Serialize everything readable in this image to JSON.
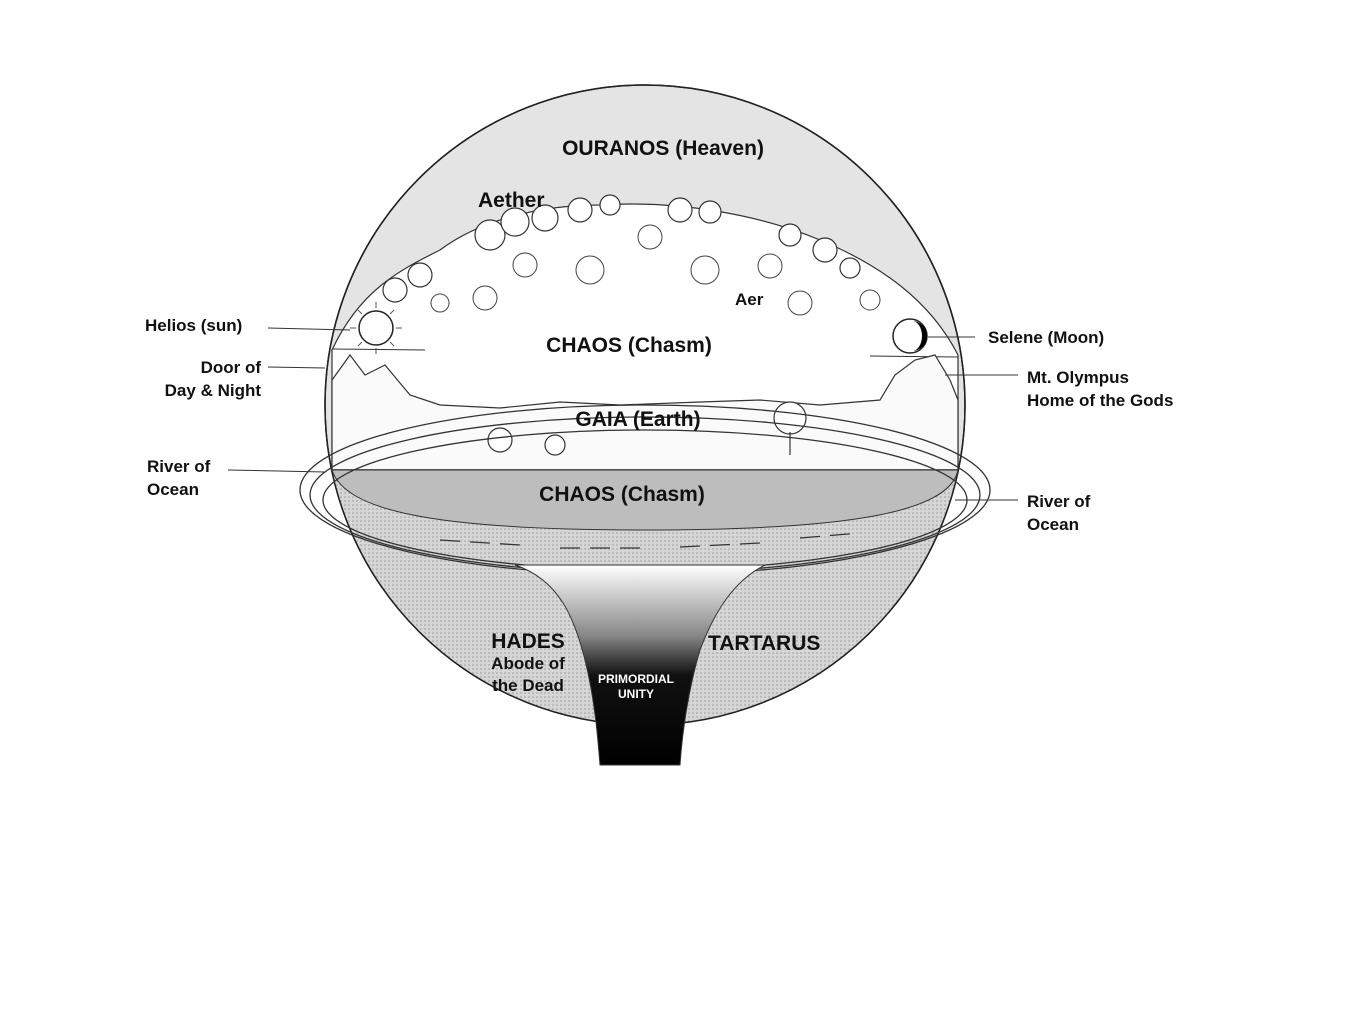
{
  "title": "Greek cosmology diagram",
  "labels": {
    "ouranos": "OURANOS (Heaven)",
    "aether": "Aether",
    "aer": "Aer",
    "helios": "Helios (sun)",
    "door_line1": "Door of",
    "door_line2": "Day & Night",
    "chaos_upper": "CHAOS (Chasm)",
    "selene": "Selene (Moon)",
    "olympus_line1": "Mt. Olympus",
    "olympus_line2": "Home of the Gods",
    "gaia": "GAIA (Earth)",
    "river_left_line1": "River of",
    "river_left_line2": "Ocean",
    "river_right_line1": "River of",
    "river_right_line2": "Ocean",
    "chaos_lower": "CHAOS (Chasm)",
    "hades": "HADES",
    "hades_sub1": "Abode of",
    "hades_sub2": "the Dead",
    "tartarus": "TARTARUS",
    "primordial_line1": "PRIMORDIAL",
    "primordial_line2": "UNITY"
  },
  "colors": {
    "heaven": "#e6e6e6",
    "underworld": "#cfcfcf",
    "chaos_lower": "#bdbdbd",
    "ink": "#111111"
  }
}
